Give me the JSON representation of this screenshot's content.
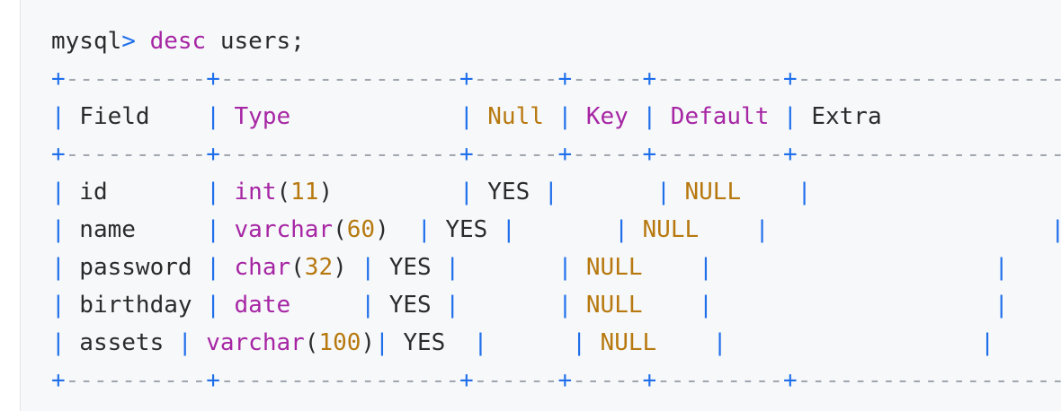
{
  "command": {
    "prompt": "mysql",
    "arrow": ">",
    "keyword": "desc",
    "target": "users;"
  },
  "separator": {
    "plus": "+",
    "seg1": "----------",
    "seg2": "-----------------",
    "seg3": "------",
    "seg4": "-----",
    "seg5": "---------",
    "seg6": "-------------------"
  },
  "header": {
    "pipe": "|",
    "col_field": " Field    ",
    "col_type": " Type            ",
    "col_null": " Null ",
    "col_key": " Key ",
    "col_default": " Default ",
    "col_extra": " Extra             "
  },
  "rows": [
    {
      "field": " id       ",
      "type_kw": "int",
      "type_open": "(",
      "type_len": "11",
      "type_close": ")",
      "type_pad": "         ",
      "null": " YES ",
      "null_pad": "",
      "key": "       ",
      "default_lead": " ",
      "default": "NULL",
      "default_pad": "    ",
      "extra": "                    "
    },
    {
      "field": " name     ",
      "type_kw": "varchar",
      "type_open": "(",
      "type_len": "60",
      "type_close": ")",
      "type_pad": "  ",
      "null": " YES ",
      "null_pad": "",
      "key": "       ",
      "default_lead": " ",
      "default": "NULL",
      "default_pad": "    ",
      "extra": "                    "
    },
    {
      "field": " password ",
      "type_kw": "char",
      "type_open": "(",
      "type_len": "32",
      "type_close": ")",
      "type_pad": " ",
      "null": " YES ",
      "null_pad": "",
      "key": "       ",
      "default_lead": " ",
      "default": "NULL",
      "default_pad": "    ",
      "extra": "                    "
    },
    {
      "field": " birthday ",
      "type_kw": "date",
      "type_open": "",
      "type_len": "",
      "type_close": "",
      "type_pad": "     ",
      "null": " YES ",
      "null_pad": "",
      "key": "       ",
      "default_lead": " ",
      "default": "NULL",
      "default_pad": "    ",
      "extra": "                    "
    },
    {
      "field": " assets ",
      "type_kw": "varchar",
      "type_open": "(",
      "type_len": "100",
      "type_close": ")",
      "type_pad": "",
      "null": " YES ",
      "null_pad": " ",
      "key": "      ",
      "default_lead": " ",
      "default": "NULL",
      "default_pad": "    ",
      "extra": "                  "
    }
  ]
}
